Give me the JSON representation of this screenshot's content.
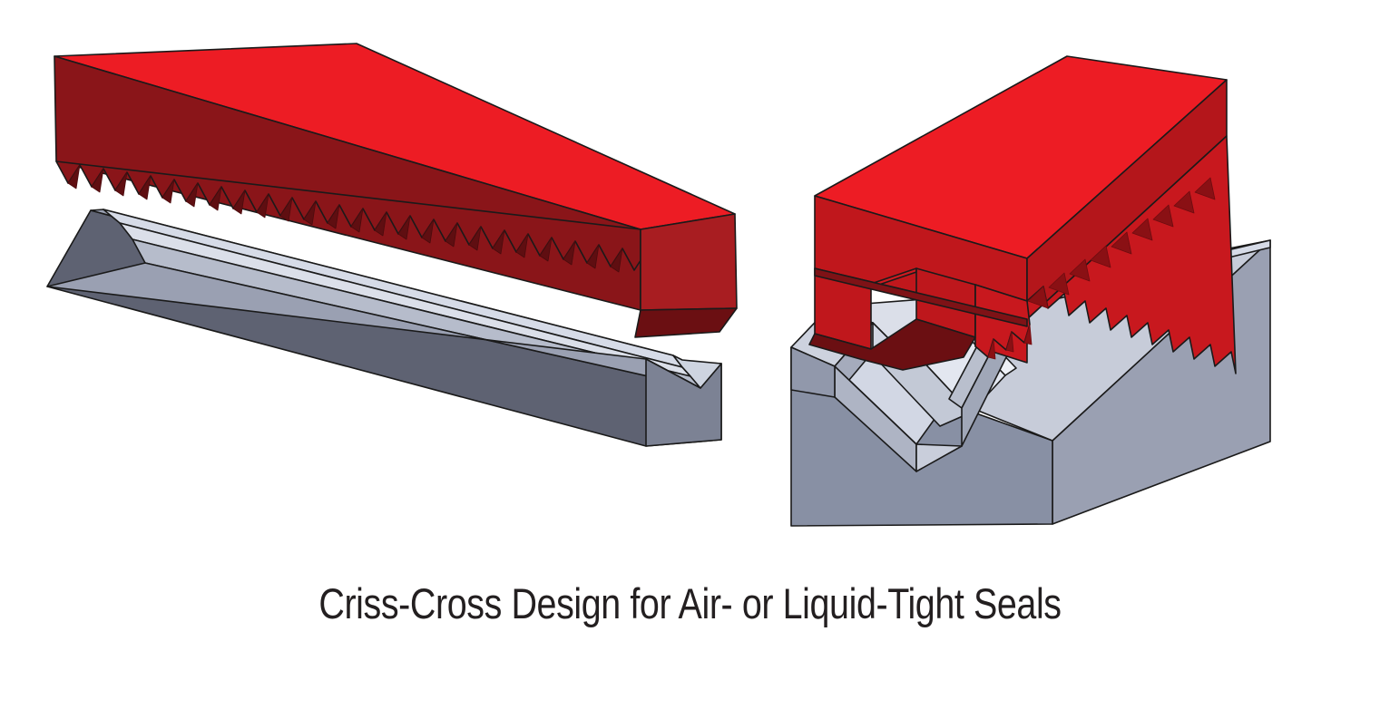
{
  "caption": {
    "text": "Criss-Cross Design for Air- or Liquid-Tight Seals"
  },
  "figure": {
    "title": "Criss-Cross Design for Air- or Liquid-Tight Seals",
    "assemblies": [
      {
        "name": "parallel-alignment-assembly",
        "position": "left",
        "description": "Red serrated bar aligned parallel above a gray rail with a V-groove",
        "parts": [
          {
            "name": "red-serrated-bar",
            "color_top": "#ED1C24",
            "color_front": "#8A1519",
            "color_end": "#A81D21",
            "color_bottom": "#6B0F12",
            "teeth_count": 25,
            "teeth_edge": "bottom-front"
          },
          {
            "name": "gray-grooved-rail",
            "color_side": "#5E6272",
            "color_top": "#9AA0B2",
            "color_groove_light": "#DBDFE9",
            "color_groove_mid": "#B6BCCB",
            "groove_profile": "v-notch"
          }
        ]
      },
      {
        "name": "criss-cross-assembly",
        "position": "right",
        "description": "Red serrated block rotated 90 degrees, teeth crossing the gray block's V-groove channel",
        "parts": [
          {
            "name": "red-serrated-block",
            "color_top": "#ED1C24",
            "color_front": "#C0171C",
            "color_side": "#B4161B",
            "color_bottom": "#6B0F12",
            "teeth_count": 13,
            "teeth_edge": "bottom-right",
            "profile": "stepped-t-flange"
          },
          {
            "name": "gray-channel-block",
            "color_side": "#9AA0B2",
            "color_face": "#8890A4",
            "color_channel_light": "#DBDFE9",
            "color_channel_mid": "#C3C9D6",
            "groove_profile": "v-notch-in-channel"
          }
        ]
      }
    ],
    "colors": {
      "background": "#FFFFFF",
      "red_bright": "#ED1C24",
      "red_dark": "#8A1519",
      "gray_dark": "#5E6272",
      "gray_light": "#DBDFE9",
      "outline": "#1A1A1A",
      "caption_text": "#231F20"
    }
  }
}
